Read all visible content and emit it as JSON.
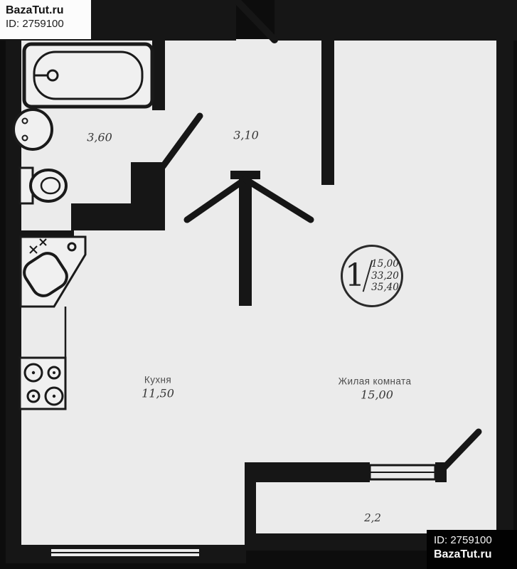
{
  "watermark_top": {
    "brand": "BazaTut.ru",
    "id": "ID: 2759100"
  },
  "watermark_bottom": {
    "id": "ID: 2759100",
    "brand": "BazaTut.ru"
  },
  "rooms": {
    "bathroom": {
      "area": "3,60"
    },
    "hallway": {
      "area": "3,10"
    },
    "kitchen": {
      "name": "Кухня",
      "area": "11,50"
    },
    "living": {
      "name": "Жилая комната",
      "area": "15,00"
    },
    "balcony": {
      "area": "2,2"
    }
  },
  "badge": {
    "rooms_count": "1",
    "living_area": "15,00",
    "useful_area": "33,20",
    "total_area": "35,40"
  },
  "colors": {
    "wall": "#161616",
    "floor": "#ebebeb"
  }
}
